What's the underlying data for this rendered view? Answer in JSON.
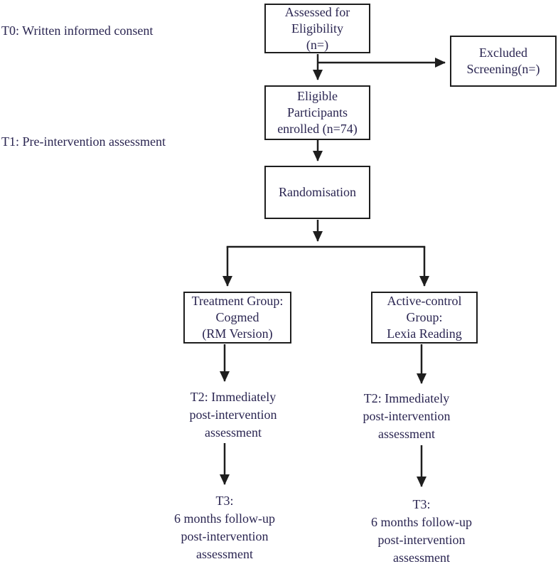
{
  "colors": {
    "text": "#2a2551",
    "line": "#1e1e1e",
    "background": "#ffffff"
  },
  "timeline_labels": {
    "t0": "T0: Written informed consent",
    "t1": "T1: Pre-intervention assessment"
  },
  "boxes": {
    "assessed": {
      "lines": [
        "Assessed for",
        "Eligibility",
        "(n=)"
      ]
    },
    "excluded": {
      "lines": [
        "Excluded",
        "Screening(n=)"
      ]
    },
    "eligible": {
      "lines": [
        "Eligible",
        "Participants",
        "enrolled (n=74)"
      ]
    },
    "randomisation": {
      "lines": [
        "Randomisation"
      ]
    },
    "treatment": {
      "lines": [
        "Treatment Group:",
        "Cogmed",
        "(RM Version)"
      ]
    },
    "control": {
      "lines": [
        "Active-control",
        "Group:",
        "Lexia Reading"
      ]
    }
  },
  "outcome_labels": {
    "t2_left": {
      "lines": [
        "T2: Immediately",
        "post-intervention",
        "assessment"
      ]
    },
    "t2_right": {
      "lines": [
        "T2: Immediately",
        "post-intervention",
        "assessment"
      ]
    },
    "t3_left": {
      "lines": [
        "T3:",
        "6 months follow-up",
        "post-intervention",
        "assessment"
      ]
    },
    "t3_right": {
      "lines": [
        "T3:",
        "6 months follow-up",
        "post-intervention",
        "assessment"
      ]
    }
  }
}
